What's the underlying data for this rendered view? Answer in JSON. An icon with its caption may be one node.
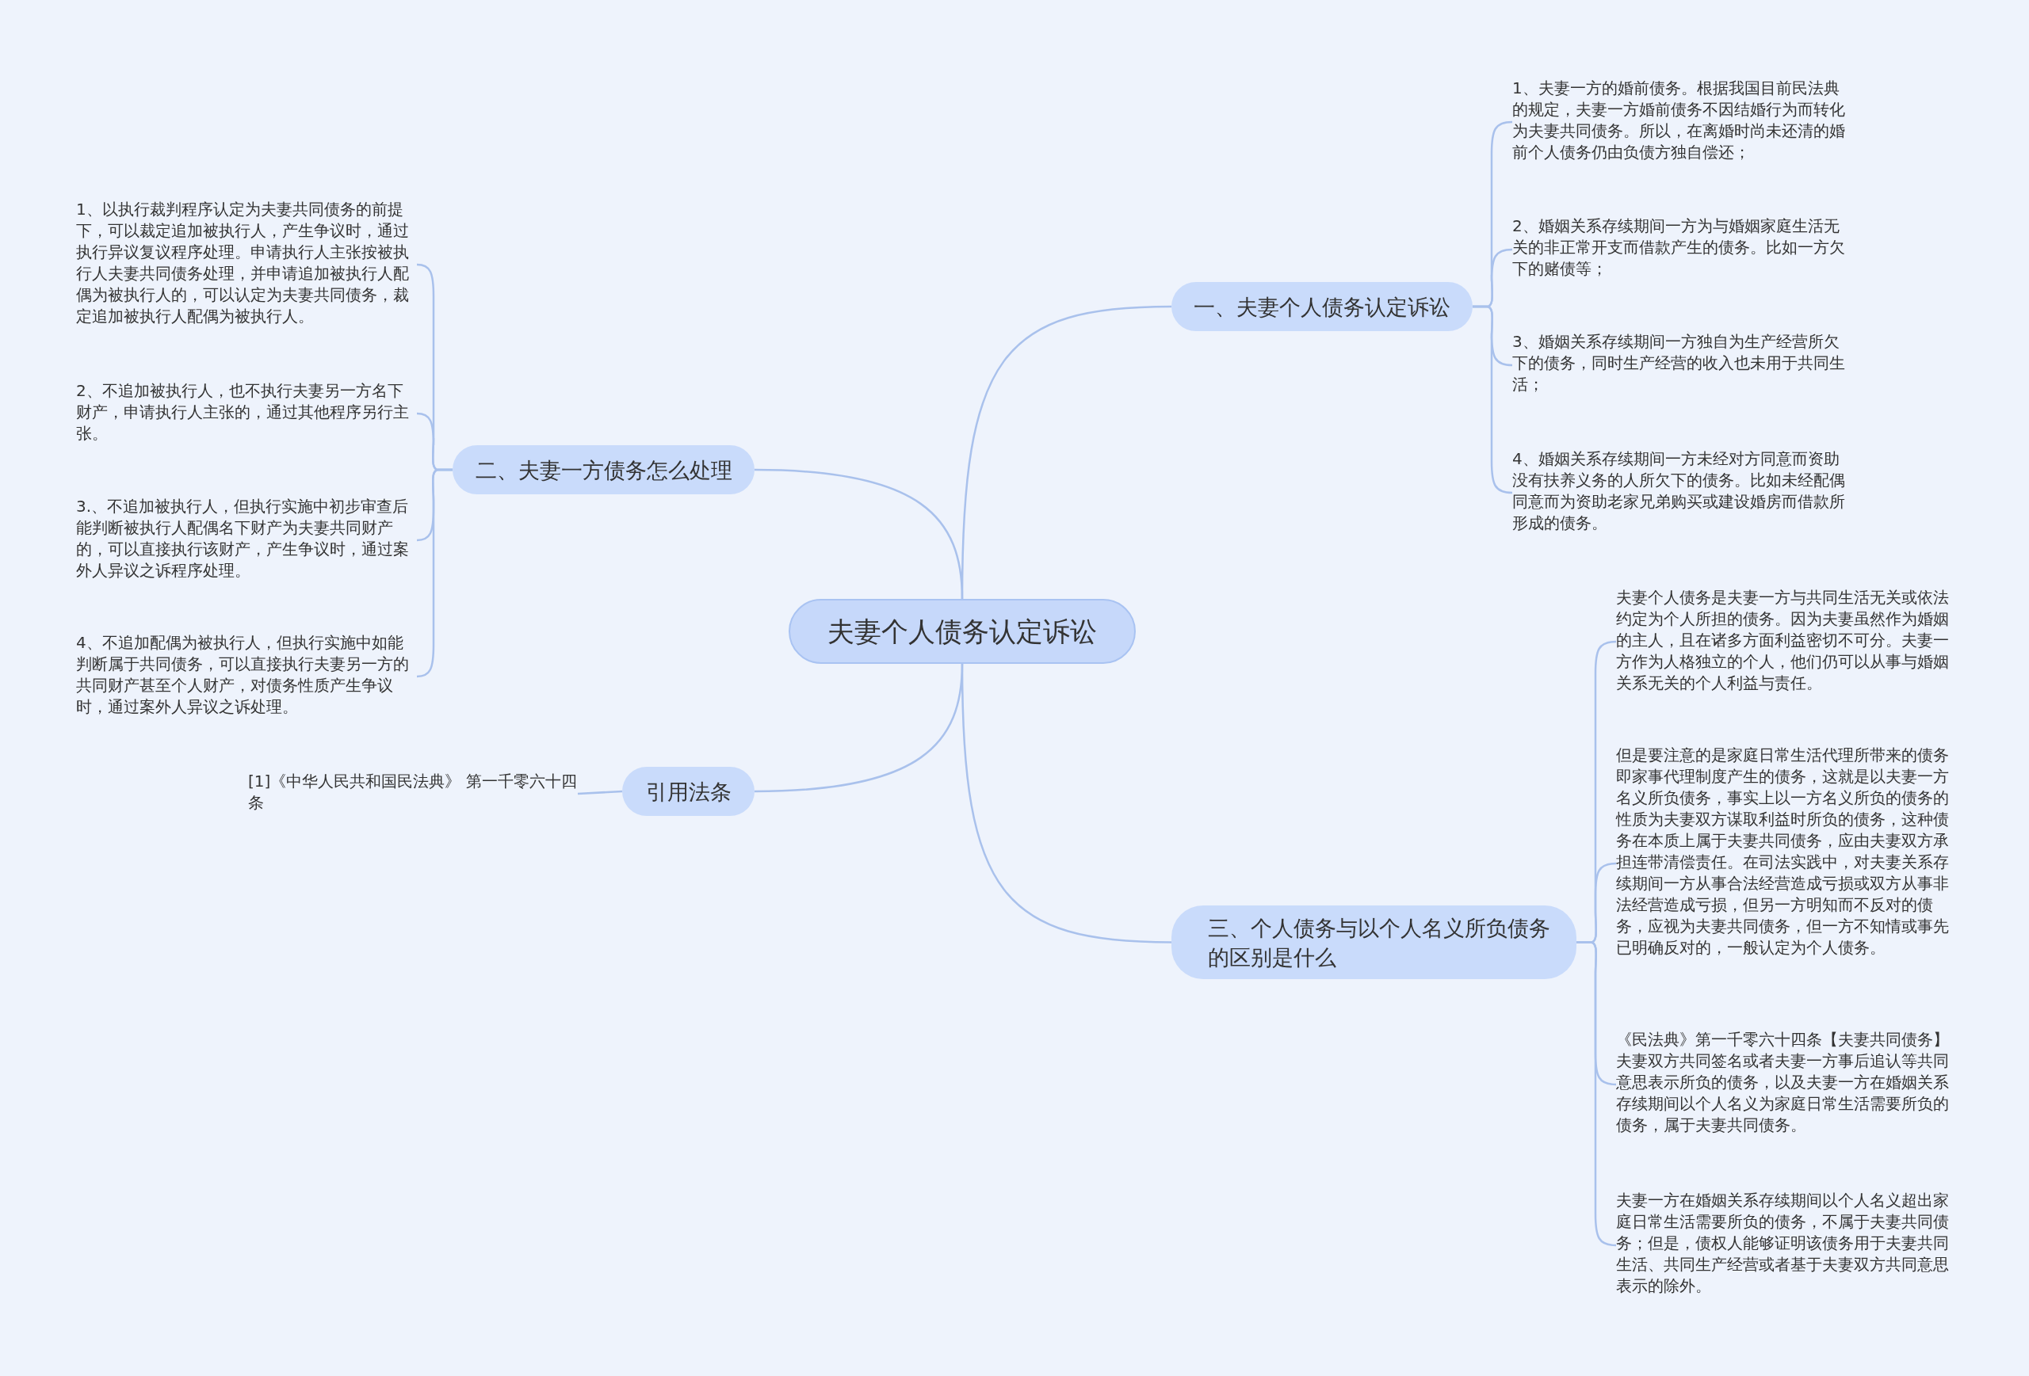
{
  "diagram": {
    "nodes": [
      {
        "text": [
          "夫妻个人债务认定诉讼"
        ]
      },
      {
        "text": [
          "一、夫妻个人债务认定诉讼"
        ]
      },
      {
        "text": [
          "1、夫妻一方的婚前债务。根据我国目前民法典的规定，夫妻一方婚前债务不因结婚行为而转化为夫妻共同债务。所以，在离婚时尚未还清的婚前个人债务仍由负债方独自偿还；"
        ]
      },
      {
        "text": [
          "2、婚姻关系存续期间一方为与婚姻家庭生活无关的非正常开支而借款产生的债务。比如一方欠下的赌债等；"
        ]
      },
      {
        "text": [
          "3、婚姻关系存续期间一方独自为生产经营所欠下的债务，同时生产经营的收入也未用于共同生活；"
        ]
      },
      {
        "text": [
          "4、婚姻关系存续期间一方未经对方同意而资助没有扶养义务的人所欠下的债务。比如未经配偶同意而为资助老家兄弟购买或建设婚房而借款所形成的债务。"
        ]
      },
      {
        "text": [
          "二、夫妻一方债务怎么处理"
        ]
      },
      {
        "text": [
          "1、以执行裁判程序认定为夫妻共同债务的前提下，可以裁定追加被执行人，产生争议时，通过执行异议复议程序处理。申请执行人主张按被执行人夫妻共同债务处理，并申请追加被执行人配偶为被执行人的，可以认定为夫妻共同债务，裁定追加被执行人配偶为被执行人。"
        ]
      },
      {
        "text": [
          "2、不追加被执行人，也不执行夫妻另一方名下财产，申请执行人主张的，通过其他程序另行主张。"
        ]
      },
      {
        "text": [
          "3.、不追加被执行人，但执行实施中初步审查后能判断被执行人配偶名下财产为夫妻共同财产的，可以直接执行该财产，产生争议时，通过案外人异议之诉程序处理。"
        ]
      },
      {
        "text": [
          "4、不追加配偶为被执行人，但执行实施中如能判断属于共同债务，可以直接执行夫妻另一方的共同财产甚至个人财产，对债务性质产生争议时，通过案外人异议之诉处理。"
        ]
      },
      {
        "text": [
          "引用法条"
        ]
      },
      {
        "text": [
          "[1]《中华人民共和国民法典》 第一千零六十四条"
        ]
      },
      {
        "text": [
          "三、个人债务与以个人名义所负债务的区别是什么"
        ]
      },
      {
        "text": [
          "夫妻个人债务是夫妻一方与共同生活无关或依法约定为个人所担的债务。因为夫妻虽然作为婚姻的主人，且在诸多方面利益密切不可分。夫妻一方作为人格独立的个人，他们仍可以从事与婚姻关系无关的个人利益与责任。"
        ]
      },
      {
        "text": [
          "但是要注意的是家庭日常生活代理所带来的债务即家事代理制度产生的债务，这就是以夫妻一方名义所负债务，事实上以一方名义所负的债务的性质为夫妻双方谋取利益时所负的债务，这种债务在本质上属于夫妻共同债务，应由夫妻双方承担连带清偿责任。在司法实践中，对夫妻关系存续期间一方从事合法经营造成亏损或双方从事非法经营造成亏损，但另一方明知而不反对的债务，应视为夫妻共同债务，但一方不知情或事先已明确反对的，一般认定为个人债务。"
        ]
      },
      {
        "text": [
          "《民法典》第一千零六十四条【夫妻共同债务】夫妻双方共同签名或者夫妻一方事后追认等共同意思表示所负的债务，以及夫妻一方在婚姻关系存续期间以个人名义为家庭日常生活需要所负的债务，属于夫妻共同债务。"
        ]
      },
      {
        "text": [
          "夫妻一方在婚姻关系存续期间以个人名义超出家庭日常生活需要所负的债务，不属于夫妻共同债务；但是，债权人能够证明该债务用于夫妻共同生活、共同生产经营或者基于夫妻双方共同意思表示的除外。"
        ]
      }
    ],
    "edges": [
      {
        "from": 0,
        "to": 1,
        "arrow": "none"
      },
      {
        "from": 1,
        "to": 2,
        "arrow": "none"
      },
      {
        "from": 1,
        "to": 3,
        "arrow": "none"
      },
      {
        "from": 1,
        "to": 4,
        "arrow": "none"
      },
      {
        "from": 1,
        "to": 5,
        "arrow": "none"
      },
      {
        "from": 0,
        "to": 6,
        "arrow": "none"
      },
      {
        "from": 6,
        "to": 7,
        "arrow": "none"
      },
      {
        "from": 6,
        "to": 8,
        "arrow": "none"
      },
      {
        "from": 6,
        "to": 9,
        "arrow": "none"
      },
      {
        "from": 6,
        "to": 10,
        "arrow": "none"
      },
      {
        "from": 0,
        "to": 11,
        "arrow": "none"
      },
      {
        "from": 11,
        "to": 12,
        "arrow": "none"
      },
      {
        "from": 0,
        "to": 13,
        "arrow": "none"
      },
      {
        "from": 13,
        "to": 14,
        "arrow": "none"
      },
      {
        "from": 13,
        "to": 15,
        "arrow": "none"
      },
      {
        "from": 13,
        "to": 16,
        "arrow": "none"
      },
      {
        "from": 13,
        "to": 17,
        "arrow": "none"
      }
    ]
  }
}
